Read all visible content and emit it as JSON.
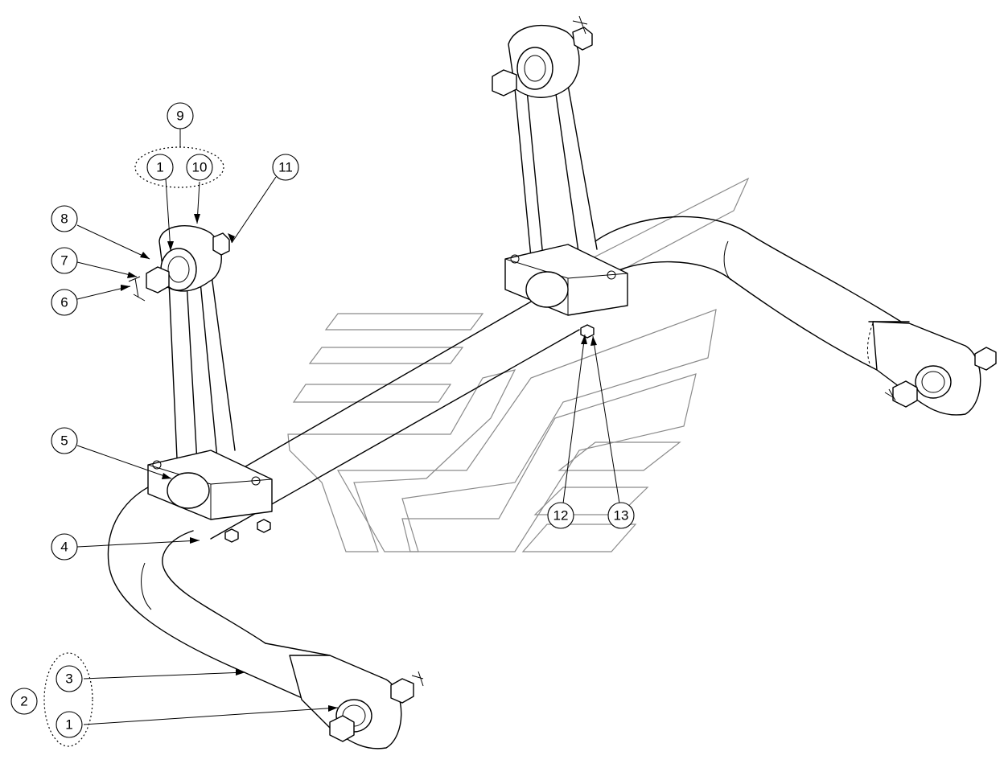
{
  "callouts": [
    {
      "id": "c9",
      "label": "9"
    },
    {
      "id": "c1a",
      "label": "1"
    },
    {
      "id": "c10",
      "label": "10"
    },
    {
      "id": "c11",
      "label": "11"
    },
    {
      "id": "c8",
      "label": "8"
    },
    {
      "id": "c7",
      "label": "7"
    },
    {
      "id": "c6",
      "label": "6"
    },
    {
      "id": "c5",
      "label": "5"
    },
    {
      "id": "c4",
      "label": "4"
    },
    {
      "id": "c12",
      "label": "12"
    },
    {
      "id": "c13",
      "label": "13"
    },
    {
      "id": "c3",
      "label": "3"
    },
    {
      "id": "c2",
      "label": "2"
    },
    {
      "id": "c1b",
      "label": "1"
    }
  ]
}
